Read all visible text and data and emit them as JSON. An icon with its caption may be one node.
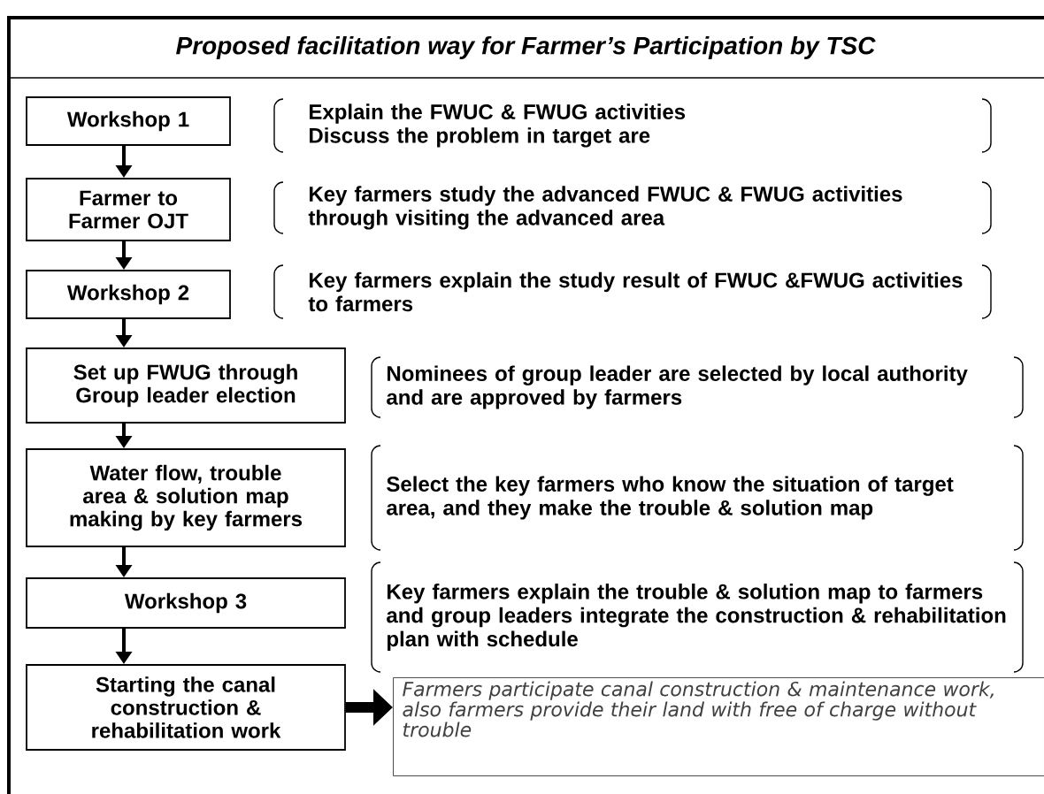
{
  "diagram": {
    "title": "Proposed facilitation way for Farmer’s Participation by TSC",
    "nodes": [
      {
        "text": [
          "Workshop 1"
        ]
      },
      {
        "text": [
          "Explain the FWUC & FWUG activities",
          "Discuss the problem in target are"
        ]
      },
      {
        "text": [
          "Farmer to Farmer OJT"
        ]
      },
      {
        "text": [
          "Key farmers study the advanced FWUC & FWUG activities through visiting the advanced area"
        ]
      },
      {
        "text": [
          "Workshop 2"
        ]
      },
      {
        "text": [
          "Key farmers explain the study result of FWUC &FWUG activities to farmers"
        ]
      },
      {
        "text": [
          "Set up FWUG through Group leader election"
        ]
      },
      {
        "text": [
          "Nominees of group leader are selected by local authority and are approved by farmers"
        ]
      },
      {
        "text": [
          "Water flow, trouble area & solution map making by key farmers"
        ]
      },
      {
        "text": [
          "Select the key farmers who know the situation of target area, and they make the trouble & solution map"
        ]
      },
      {
        "text": [
          "Workshop 3"
        ]
      },
      {
        "text": [
          "Key farmers explain the trouble & solution map to farmers and group leaders integrate the construction & rehabilitation plan with schedule"
        ]
      },
      {
        "text": [
          "Starting the canal construction & rehabilitation work"
        ]
      },
      {
        "text": [
          "Farmers participate canal construction & maintenance work, also farmers provide their land with free of charge without trouble"
        ]
      }
    ],
    "edges": [
      {
        "from": 0,
        "to": 2,
        "arrow": "to"
      },
      {
        "from": 2,
        "to": 4,
        "arrow": "to"
      },
      {
        "from": 4,
        "to": 6,
        "arrow": "to"
      },
      {
        "from": 6,
        "to": 8,
        "arrow": "to"
      },
      {
        "from": 8,
        "to": 10,
        "arrow": "to"
      },
      {
        "from": 10,
        "to": 12,
        "arrow": "to"
      },
      {
        "from": 12,
        "to": 13,
        "arrow": "to",
        "style": "thick"
      }
    ]
  }
}
